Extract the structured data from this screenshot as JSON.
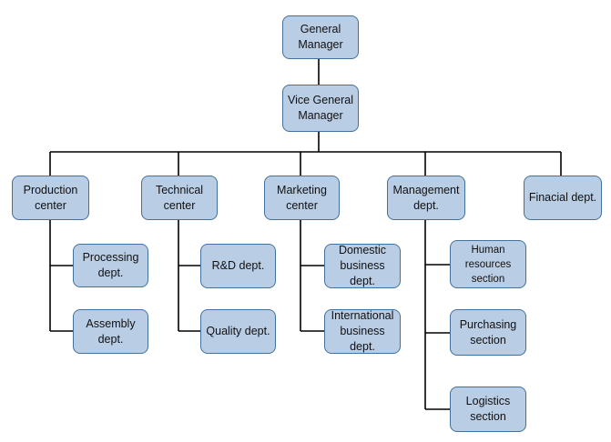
{
  "colors": {
    "box_fill": "#b9cde5",
    "box_border": "#41719c",
    "connector": "#000000"
  },
  "nodes": {
    "general_manager": "General\nManager",
    "vice_general_manager": "Vice General\nManager",
    "production_center": "Production\ncenter",
    "technical_center": "Technical\ncenter",
    "marketing_center": "Marketing\ncenter",
    "management_dept": "Management\ndept.",
    "financial_dept": "Finacial dept.",
    "processing_dept": "Processing\ndept.",
    "assembly_dept": "Assembly\ndept.",
    "rd_dept": "R&D dept.",
    "quality_dept": "Quality dept.",
    "domestic_business_dept": "Domestic\nbusiness dept.",
    "international_business_dept": "International\nbusiness dept.",
    "human_resources_section": "Human\nresources\nsection",
    "purchasing_section": "Purchasing\nsection",
    "logistics_section": "Logistics\nsection"
  }
}
